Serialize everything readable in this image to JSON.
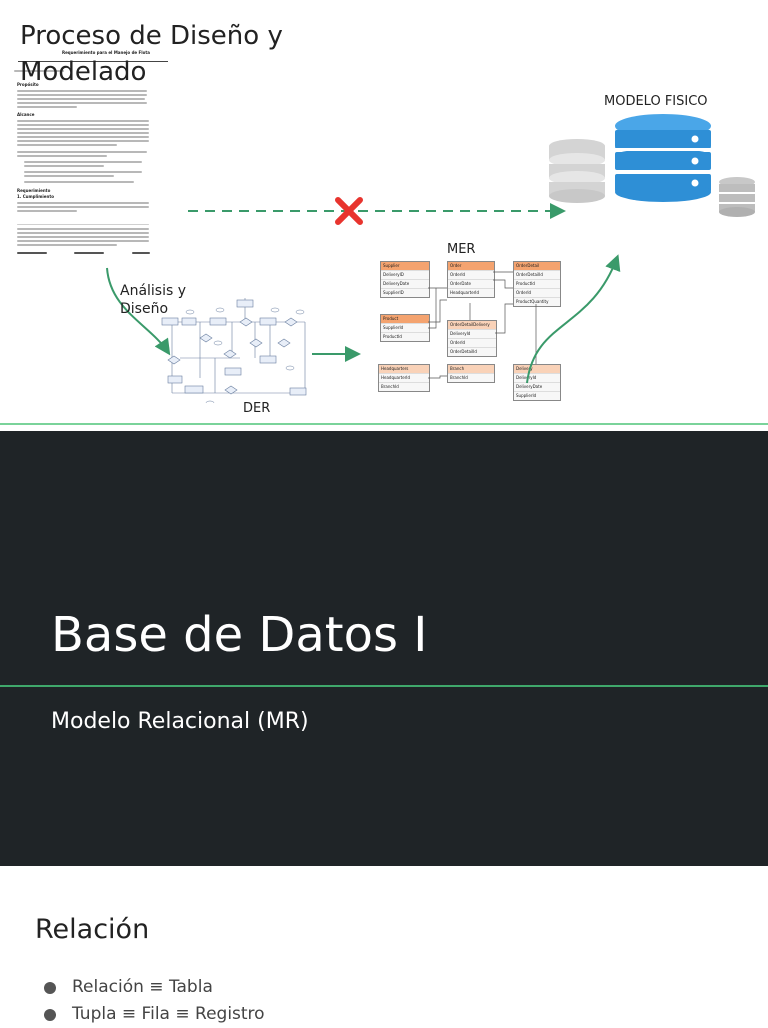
{
  "slide1": {
    "title": "Proceso de Diseño y Modelado",
    "document": {
      "heading": "Requerimiento para el Manejo de Flota",
      "sections": [
        "Propósito",
        "Alcance",
        "Requerimiento",
        "1. Cumplimiento"
      ]
    },
    "labels": {
      "analysis": "Análisis y Diseño",
      "der": "DER",
      "mer": "MER",
      "physical": "MODELO FISICO"
    },
    "mer_tables": [
      {
        "name": "Supplier",
        "fields": [
          "DeliveryID",
          "DeliveryDate",
          "SupplierID"
        ]
      },
      {
        "name": "Order",
        "fields": [
          "OrderId",
          "OrderDate",
          "HeadquarterId"
        ]
      },
      {
        "name": "OrderDetail",
        "fields": [
          "OrderDetailId",
          "ProductId",
          "OrderId",
          "ProductQuantity"
        ]
      },
      {
        "name": "Product",
        "fields": [
          "SupplierId",
          "ProductId"
        ]
      },
      {
        "name": "OrderDetailDelivery",
        "fields": [
          "DeliveryId",
          "OrderId",
          "OrderDetailId"
        ]
      },
      {
        "name": "Headquarters",
        "fields": [
          "HeadquarterId",
          "BranchId"
        ]
      },
      {
        "name": "Branch",
        "fields": [
          "BranchId"
        ]
      },
      {
        "name": "Delivery",
        "fields": [
          "DeliveryId",
          "DeliveryDate",
          "SupplierId"
        ]
      }
    ],
    "colors": {
      "arrow": "#3a9a6a",
      "cross": "#e8342e",
      "db_blue": "#2e8fd6",
      "db_gray": "#c8c8c8"
    }
  },
  "slide2": {
    "title": "Base de Datos I",
    "subtitle": "Modelo Relacional (MR)",
    "colors": {
      "background": "#1f2427",
      "accent": "#3fa86b"
    }
  },
  "slide3": {
    "title": "Relación",
    "items": [
      "Relación ≡ Tabla",
      "Tupla ≡ Fila ≡ Registro"
    ]
  }
}
